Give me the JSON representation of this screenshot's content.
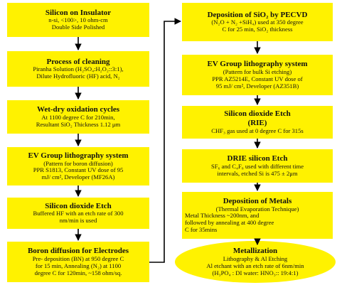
{
  "left": [
    {
      "title": "Silicon on Insulator",
      "lines": [
        "n-si, <100>, 10 ohm-cm",
        "Double Side Polished"
      ]
    },
    {
      "title": "Process of cleaning",
      "lines": [
        "Piranha Solution (H₂SO₄:H₂O₂::3:1),",
        "Dilute Hydrofluoric (HF) acid, N₂"
      ]
    },
    {
      "title": "Wet-dry oxidation cycles",
      "lines": [
        "At 1100 degree C for 210min,",
        "Resultant SiO₂ Thickness 1.12 μm"
      ]
    },
    {
      "title": "EV Group lithography system",
      "lines": [
        "(Pattern for boron diffusion)",
        "PPR S1813, Constant UV dose of 95",
        "mJ/ cm², Developer (MF26A)"
      ]
    },
    {
      "title": "Silicon dioxide Etch",
      "lines": [
        "Buffered HF with an etch rate of 300",
        "nm/min is used"
      ]
    },
    {
      "title": "Boron diffusion for Electrodes",
      "lines": [
        "Pre- deposition (BN) at 950 degree C",
        "for 15 min, Annealing (N₂) at 1100",
        "degree C for 120min, ~158 ohm/sq."
      ]
    }
  ],
  "right": [
    {
      "title": "Deposition of SiO₂ by PECVD",
      "lines": [
        "(N₂O + N₂ +SiH₄) used at 350 degree",
        "C for 25 min, SiO₂ thickness"
      ]
    },
    {
      "title": "EV Group lithography system",
      "lines": [
        "(Pattern for bulk Si etching)",
        "PPR AZ5214E, Constant UV dose of",
        "95 mJ/ cm², Developer (AZ351B)"
      ]
    },
    {
      "title": "Silicon dioxide Etch",
      "lines": [
        "(RIE)",
        "CHF₃ gas used at 0 degree C for 315s"
      ]
    },
    {
      "title": "DRIE silicon Etch",
      "lines": [
        "SF₆ and C₄F₈ used with different time",
        "intervals, etched Si is 475 ± 2μm"
      ]
    },
    {
      "title": "Deposition of Metals",
      "lines": [
        "(Thermal Evaporation Technique)",
        "Metal  Thickness  ~200nm,  and",
        "followed by annealing at 400 degree",
        "C for 35mins"
      ]
    },
    {
      "title": "Metallization",
      "lines": [
        "Lithography & Al Etching",
        "Al etchant with an etch rate of 6nm/min",
        "(H₃PO₄ : DI water: HNO₃:: 19:4:1)"
      ]
    }
  ],
  "colors": {
    "box_fill": "#fff200",
    "arrow": "#000000"
  }
}
